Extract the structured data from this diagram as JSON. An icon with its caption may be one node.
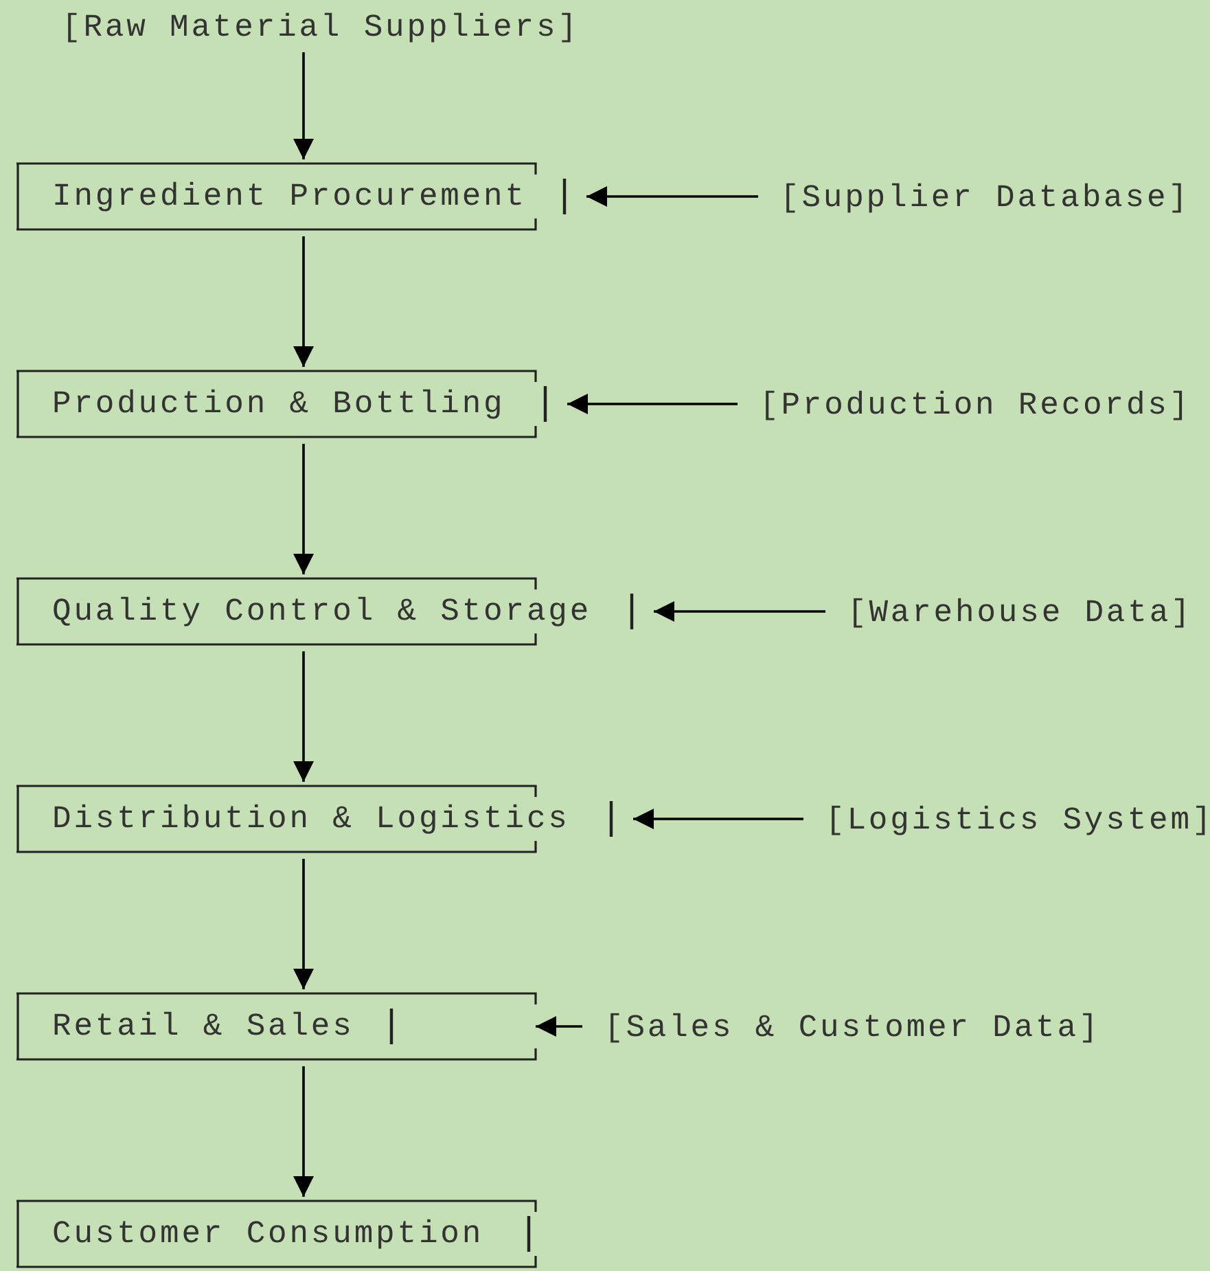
{
  "diagram": {
    "nodes": [
      {
        "text": [
          "[Raw Material Suppliers]"
        ]
      },
      {
        "text": [
          "Ingredient Procurement"
        ]
      },
      {
        "text": [
          "[Supplier Database]"
        ]
      },
      {
        "text": [
          "Production & Bottling"
        ]
      },
      {
        "text": [
          "[Production Records]"
        ]
      },
      {
        "text": [
          "Quality Control & Storage"
        ]
      },
      {
        "text": [
          "[Warehouse Data]"
        ]
      },
      {
        "text": [
          "Distribution & Logistics"
        ]
      },
      {
        "text": [
          "[Logistics System]"
        ]
      },
      {
        "text": [
          "Retail & Sales"
        ]
      },
      {
        "text": [
          "[Sales & Customer Data]"
        ]
      },
      {
        "text": [
          "Customer Consumption"
        ]
      }
    ],
    "edges": [
      {
        "from": 0,
        "to": 1,
        "arrow": "to"
      },
      {
        "from": 2,
        "to": 1,
        "arrow": "to"
      },
      {
        "from": 1,
        "to": 3,
        "arrow": "to"
      },
      {
        "from": 4,
        "to": 3,
        "arrow": "to"
      },
      {
        "from": 3,
        "to": 5,
        "arrow": "to"
      },
      {
        "from": 6,
        "to": 5,
        "arrow": "to"
      },
      {
        "from": 5,
        "to": 7,
        "arrow": "to"
      },
      {
        "from": 8,
        "to": 7,
        "arrow": "to"
      },
      {
        "from": 7,
        "to": 9,
        "arrow": "to"
      },
      {
        "from": 10,
        "to": 9,
        "arrow": "to"
      },
      {
        "from": 9,
        "to": 11,
        "arrow": "to"
      }
    ]
  }
}
